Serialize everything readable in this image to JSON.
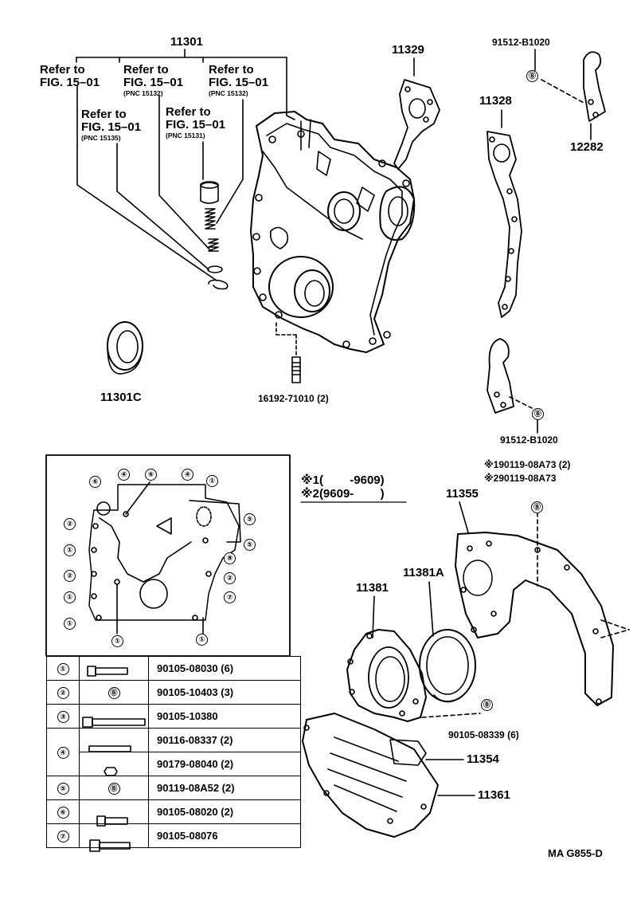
{
  "part_labels": {
    "main": "11301",
    "gasket_top": "11329",
    "gasket_side": "11328",
    "bolt_top": "91512-B1020",
    "bracket_top": "12282",
    "oil_seal_front": "11301C",
    "stud": "16192-71010 (2)",
    "bolt_lower": "91512-B1020",
    "plate_note_1": "※190119-08A73 (2)",
    "plate_note_2": "※290119-08A73",
    "end_plate": "11355",
    "retainer": "11381",
    "oil_seal_rear": "11381A",
    "bolt_retainer": "90105-08339 (6)",
    "gasket_small": "11354",
    "cover_lower": "11361",
    "drawing_code": "MA G855-D"
  },
  "refer_notes": [
    {
      "line1": "Refer to",
      "line2": "FIG. 15–01",
      "pnc": ""
    },
    {
      "line1": "Refer to",
      "line2": "FIG. 15–01",
      "pnc": "(PNC 15135)"
    },
    {
      "line1": "Refer to",
      "line2": "FIG. 15–01",
      "pnc": "(PNC 15132)"
    },
    {
      "line1": "Refer to",
      "line2": "FIG. 15–01",
      "pnc": "(PNC 15131)"
    },
    {
      "line1": "Refer to",
      "line2": "FIG. 15–01",
      "pnc": "(PNC 15132)"
    }
  ],
  "legend": {
    "row1_mark": "※1",
    "row1_range": "(        -9609)",
    "row2_mark": "※2",
    "row2_range": "(9609-        )"
  },
  "bolt_locator_marks": {
    "top": [
      "⑥",
      "⑥",
      "④",
      "④",
      "①"
    ],
    "left": [
      "②",
      "①",
      "②",
      "①",
      "①"
    ],
    "right": [
      "⑤",
      "⑤",
      "⑧",
      "②",
      "⑦"
    ],
    "bottom": [
      "①",
      "①"
    ],
    "mark_b": "Ⓑ"
  },
  "parts_table": [
    {
      "ref": "①",
      "bolt": "bolt",
      "part": "90105-08030 (6)"
    },
    {
      "ref": "②",
      "bolt": "Ⓑ",
      "part": "90105-10403 (3)"
    },
    {
      "ref": "③",
      "bolt": "bolt",
      "part": "90105-10380"
    },
    {
      "ref": "④",
      "bolt": "stud",
      "part": "90116-08337 (2)"
    },
    {
      "ref": "",
      "bolt": "nut",
      "part": "90179-08040 (2)"
    },
    {
      "ref": "⑤",
      "bolt": "Ⓑ",
      "part": "90119-08A52 (2)"
    },
    {
      "ref": "⑥",
      "bolt": "bolt",
      "part": "90105-08020 (2)"
    },
    {
      "ref": "⑦",
      "bolt": "bolt",
      "part": "90105-08076"
    }
  ]
}
